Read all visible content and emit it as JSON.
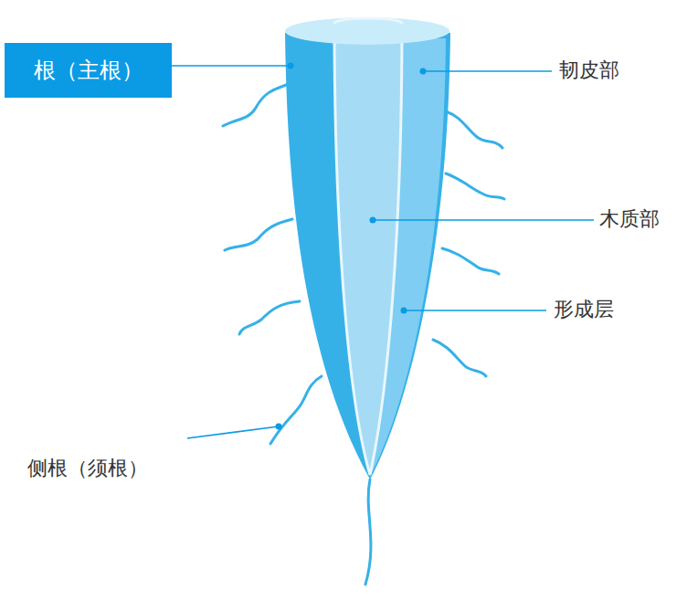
{
  "diagram": {
    "nodes": [
      {
        "text": [
          "根（主根）"
        ]
      }
    ],
    "labels": [
      "韧皮部",
      "木质部",
      "形成层",
      "侧根（须根）"
    ]
  }
}
